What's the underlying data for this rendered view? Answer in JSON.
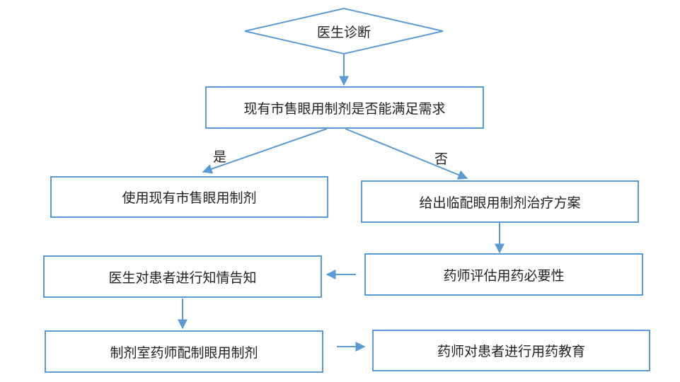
{
  "diagram": {
    "start": "医生诊断",
    "question": "现有市售眼用制剂是否能满足需求",
    "yes_label": "是",
    "no_label": "否",
    "yes_box": "使用现有市售眼用制剂",
    "no_box": "给出临配眼用制剂治疗方案",
    "evaluate": "药师评估用药必要性",
    "inform": "医生对患者进行知情告知",
    "prepare": "制剂室药师配制眼用制剂",
    "educate": "药师对患者进行用药教育"
  },
  "colors": {
    "border": "#5b9bd5",
    "arrow": "#5b9bd5",
    "text": "#222222"
  }
}
